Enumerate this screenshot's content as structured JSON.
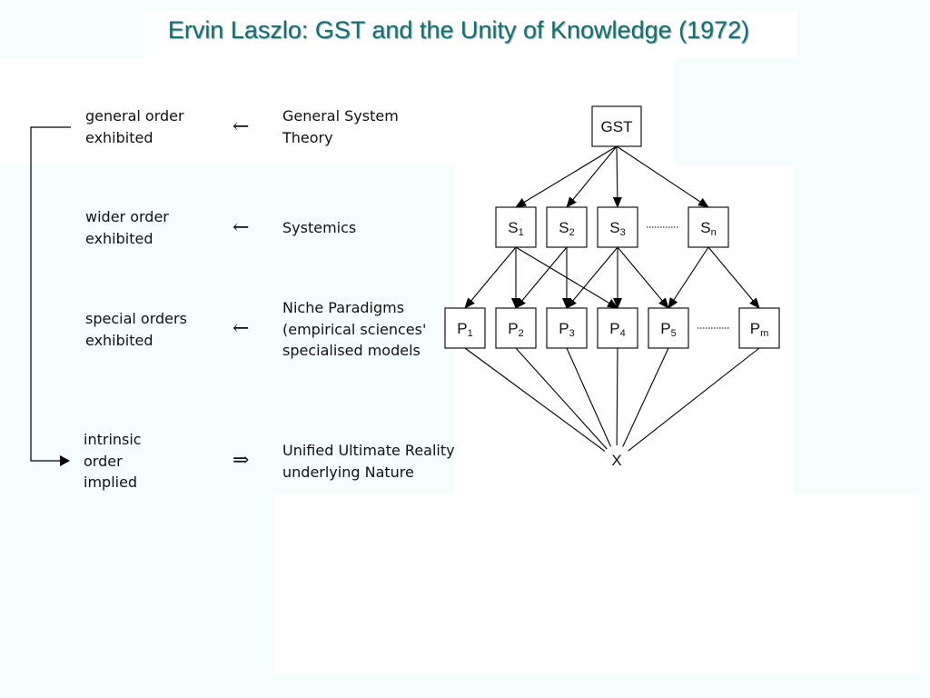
{
  "title": "Ervin Laszlo:  GST and the Unity of Knowledge (1972)",
  "rows": [
    {
      "left": [
        "general order",
        "exhibited"
      ],
      "symbol": "←",
      "desc": [
        "General System",
        "Theory"
      ]
    },
    {
      "left": [
        "wider order",
        "exhibited"
      ],
      "symbol": "←",
      "desc": [
        "Systemics"
      ]
    },
    {
      "left": [
        "special orders",
        "exhibited"
      ],
      "symbol": "←",
      "desc": [
        "Niche Paradigms",
        "(empirical sciences'",
        "specialised models"
      ]
    },
    {
      "left": [
        "intrinsic",
        "order",
        "implied"
      ],
      "symbol": "⇒",
      "desc": [
        "Unified Ultimate Reality",
        "underlying Nature"
      ]
    }
  ],
  "diagram": {
    "root": "GST",
    "systems": [
      {
        "base": "S",
        "sub": "1"
      },
      {
        "base": "S",
        "sub": "2"
      },
      {
        "base": "S",
        "sub": "3"
      },
      {
        "base": "S",
        "sub": "n"
      }
    ],
    "paradigms": [
      {
        "base": "P",
        "sub": "1"
      },
      {
        "base": "P",
        "sub": "2"
      },
      {
        "base": "P",
        "sub": "3"
      },
      {
        "base": "P",
        "sub": "4"
      },
      {
        "base": "P",
        "sub": "5"
      },
      {
        "base": "P",
        "sub": "m"
      }
    ],
    "sink": "X"
  }
}
